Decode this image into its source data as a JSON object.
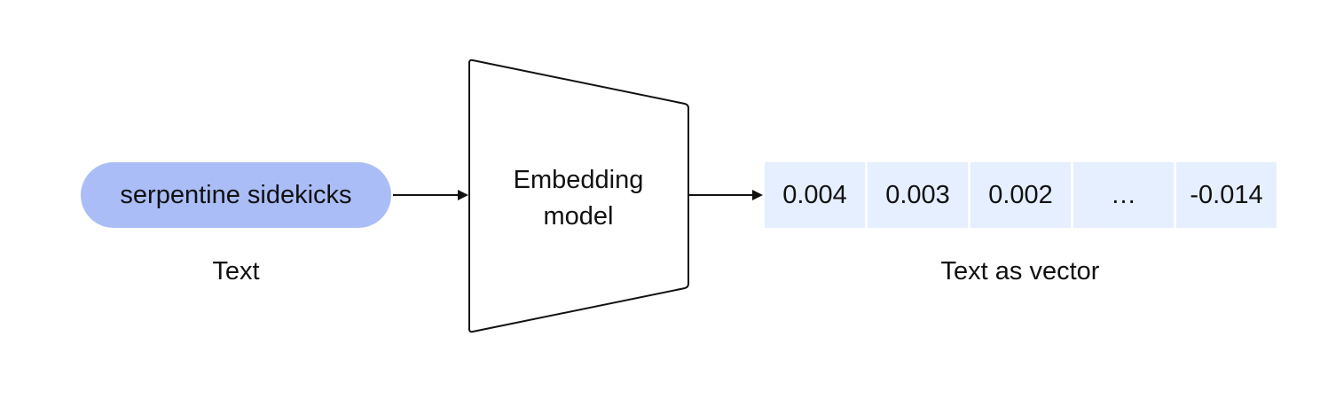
{
  "input": {
    "text": "serpentine sidekicks",
    "caption": "Text"
  },
  "model": {
    "line1": "Embedding",
    "line2": "model"
  },
  "output": {
    "caption": "Text as vector",
    "values": [
      "0.004",
      "0.003",
      "0.002",
      "…",
      "-0.014"
    ]
  },
  "colors": {
    "pill": "#aabdf7",
    "vector_cell": "#e5efff",
    "stroke": "#111111"
  }
}
